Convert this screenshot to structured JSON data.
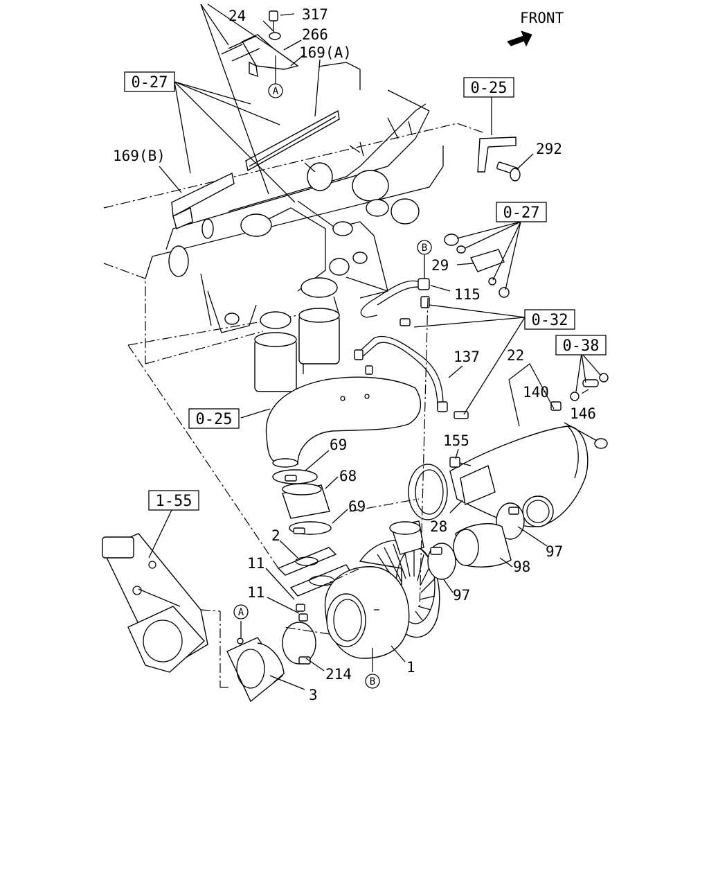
{
  "header": {
    "front_label": "FRONT"
  },
  "refs": {
    "r027a": "0-27",
    "r025a": "0-25",
    "r027b": "0-27",
    "r032": "0-32",
    "r038": "0-38",
    "r025b": "0-25",
    "r155": "1-55"
  },
  "circles": {
    "a": "A",
    "b": "B"
  },
  "parts": {
    "p24": "24",
    "p317": "317",
    "p266": "266",
    "p169a": "169(A)",
    "p169b": "169(B)",
    "p292": "292",
    "p29": "29",
    "p115": "115",
    "p137": "137",
    "p22": "22",
    "p140": "140",
    "p146": "146",
    "p69a": "69",
    "p68": "68",
    "p69b": "69",
    "p155": "155",
    "p28": "28",
    "p97a": "97",
    "p98": "98",
    "p97b": "97",
    "p2": "2",
    "p11a": "11",
    "p11b": "11",
    "p214": "214",
    "p1": "1",
    "p3": "3"
  }
}
